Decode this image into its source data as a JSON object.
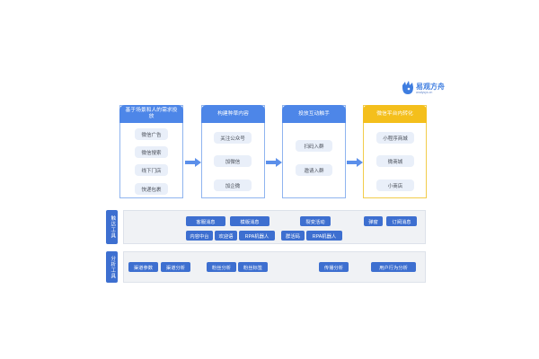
{
  "logo": {
    "name": "易观方舟",
    "sub": "analysys.cn"
  },
  "stages": [
    {
      "title": "基于场景和人的需求投放",
      "items": [
        "微信广告",
        "微信搜索",
        "线下门店",
        "快递包裹"
      ]
    },
    {
      "title": "构建种草内容",
      "items": [
        "关注公众号",
        "加微信",
        "加企微"
      ]
    },
    {
      "title": "投放互动触手",
      "items": [
        "扫码入群",
        "邀请入群"
      ]
    },
    {
      "title": "微信平台内转化",
      "items": [
        "小程序商城",
        "微商城",
        "小商店"
      ]
    }
  ],
  "touch": {
    "label": "触达工具",
    "tags": [
      "客服消息",
      "模版消息",
      "裂变活动",
      "弹窗",
      "订阅消息",
      "内容中台",
      "欢迎语",
      "RPA机器人",
      "群活码",
      "RPA机器人"
    ]
  },
  "analysis": {
    "label": "分析工具",
    "tags": [
      "渠道参数",
      "渠道分析",
      "粉丝分析",
      "粉丝标签",
      "传播分析",
      "用户行为分析"
    ]
  },
  "colors": {
    "primary": "#4d86e8",
    "tag": "#3d6fd0",
    "accent_yellow": "#f4bf1c",
    "arrow": "#5b8fea"
  }
}
